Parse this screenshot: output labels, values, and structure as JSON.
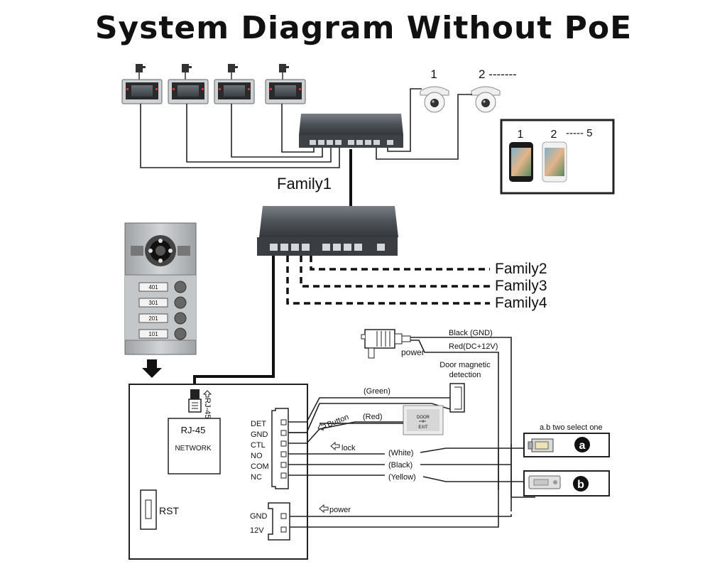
{
  "title": "System Diagram Without PoE",
  "cameras": {
    "first": "1",
    "second": "2 -------"
  },
  "app": {
    "phone1": "1",
    "phone2": "2",
    "range": "----- 5"
  },
  "switch_upper_label": "Family1",
  "families": [
    "Family2",
    "Family3",
    "Family4"
  ],
  "door_station": {
    "buttons": [
      "401",
      "301",
      "201",
      "101"
    ]
  },
  "main_unit": {
    "rj45_label": "RJ-45",
    "rj45_box_title": "RJ-45",
    "rj45_box_sub": "NETWORK",
    "rst": "RST",
    "terminals": [
      "DET",
      "GND",
      "CTL",
      "NO",
      "COM",
      "NC"
    ],
    "power_terminals": [
      "GND",
      "12V"
    ]
  },
  "power_adapter": {
    "label": "power",
    "black_wire": "Black (GND)",
    "red_wire": "Red(DC+12V)"
  },
  "door_magnetic": "Door magnetic detection",
  "exit_button": {
    "label1": "DOOR",
    "label2": "EXIT"
  },
  "wires": {
    "green": "(Green)",
    "button": "Button",
    "red": "(Red)",
    "lock": "lock",
    "white": "(White)",
    "black": "(Black)",
    "yellow": "(Yellow)",
    "power": "power"
  },
  "lock_select": {
    "caption": "a.b two select one",
    "a": "a",
    "b": "b"
  },
  "colors": {
    "switch": "#555a60",
    "panel": "#b9bcbe",
    "line": "#111111"
  }
}
